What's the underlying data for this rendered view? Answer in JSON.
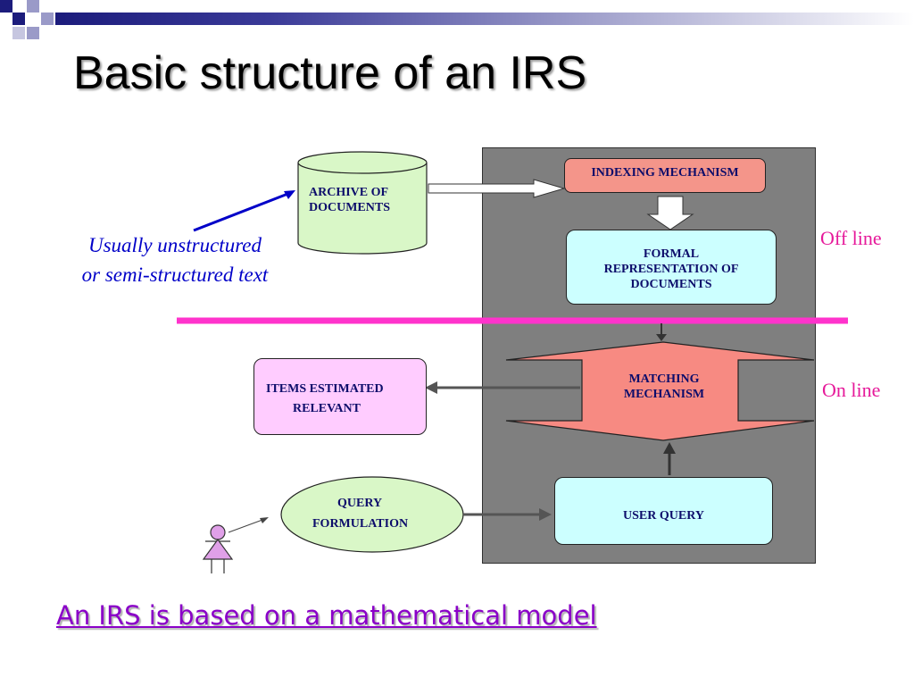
{
  "title": "Basic structure of an IRS",
  "nodes": {
    "archive": [
      "ARCHIVE OF",
      "DOCUMENTS"
    ],
    "indexing": "INDEXING MECHANISM",
    "formal": [
      "FORMAL",
      "REPRESENTATION OF",
      "DOCUMENTS"
    ],
    "matching": [
      "MATCHING",
      "MECHANISM"
    ],
    "items": [
      "ITEMS ESTIMATED",
      "RELEVANT"
    ],
    "query_formulation": [
      "QUERY",
      "FORMULATION"
    ],
    "user_query": "USER QUERY"
  },
  "annotations": {
    "unstructured": [
      "Usually unstructured",
      "or semi-structured text"
    ],
    "off_line": "Off line",
    "on_line": "On line"
  },
  "footer": "An IRS is based on a mathematical model",
  "colors": {
    "panel": "#7f7f7f",
    "archive_fill": "#d9f7c7",
    "indexing_fill": "#f4958a",
    "formal_fill": "#ccffff",
    "matching_fill": "#f78a82",
    "items_fill": "#ffccff",
    "query_fill": "#d9f7c7",
    "user_query_fill": "#ccffff",
    "divider": "#ff33cc",
    "node_text": "#0d0d6b",
    "annotation_blue": "#0000c8",
    "side_label": "#e6199a",
    "footer_text": "#8a00c8",
    "person": "#e0a0e8"
  }
}
